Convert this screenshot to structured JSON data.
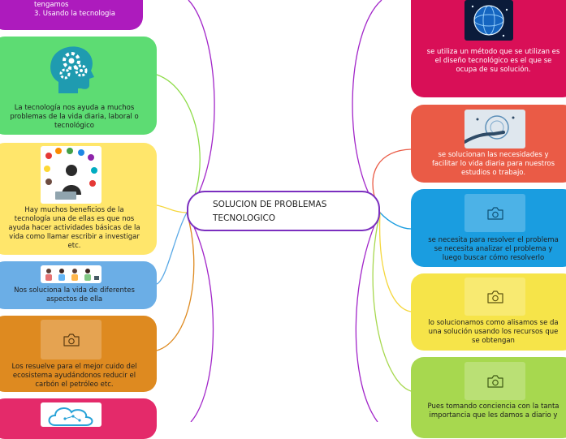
{
  "central_topic": {
    "line1": "SOLUCION DE PROBLEMAS",
    "line2": "TECNOLOGICO",
    "border_color": "#7b2fbf"
  },
  "left_nodes": [
    {
      "id": "purple-top",
      "color": "#ad1bbd",
      "lines": [
        "tengamos",
        "3.      Usando la tecnologia"
      ],
      "image": "none"
    },
    {
      "id": "green-head",
      "color": "#5ddc73",
      "lines": [
        "La tecnología nos ayuda a muchos",
        "problemas de la vida diaria, laboral o",
        "tecnológico"
      ],
      "image": "head-gears-icon"
    },
    {
      "id": "yellow-benefits",
      "color": "#ffe66b",
      "lines": [
        "Hay muchos beneficios de la",
        "tecnología una de ellas es que nos",
        "ayuda hacer actividades básicas de la",
        "vida como llamar escribir a investigar",
        "etc."
      ],
      "image": "person-with-tech-icons"
    },
    {
      "id": "blue-aspects",
      "color": "#6baee6",
      "lines": [
        "Nos soluciona la vida de diferentes",
        "aspectos de ella"
      ],
      "image": "people-with-devices"
    },
    {
      "id": "orange-ecosystem",
      "color": "#de8a20",
      "lines": [
        "Los resuelve para el mejor cuido del",
        "ecosistema ayudándonos reducir el",
        "carbón el petróleo etc."
      ],
      "image": "camera-placeholder-icon"
    },
    {
      "id": "pink-bottom",
      "color": "#e42a6a",
      "lines": [],
      "image": "cloud-network-icon"
    }
  ],
  "right_nodes": [
    {
      "id": "magenta-method",
      "color": "#d90f57",
      "lines": [
        "se utiliza un método que se utilizan es",
        "el diseño tecnológico es el que se",
        "ocupa de su solución."
      ],
      "image": "globe-network"
    },
    {
      "id": "red-needs",
      "color": "#ea5b46",
      "lines": [
        "se solucionan las necesidades y",
        "facilitar lo vida diaria para nuestros",
        "estudios                  o trabajo."
      ],
      "image": "tech-hand"
    },
    {
      "id": "blue-analyze",
      "color": "#1a9de0",
      "lines": [
        "se necesita para resolver el problema",
        "se necesita analizar el problema y",
        "luego buscar cómo resolverlo"
      ],
      "image": "camera-placeholder-icon"
    },
    {
      "id": "yellow-resources",
      "color": "#f6e449",
      "lines": [
        "lo solucionamos como alisamos se da",
        "una solución usando los recursos que",
        "se obtengan"
      ],
      "image": "camera-placeholder-icon"
    },
    {
      "id": "green-awareness",
      "color": "#a7d84f",
      "lines": [
        "Pues tomando conciencia con la tanta",
        "importancia que les damos a diario y"
      ],
      "image": "camera-placeholder-icon"
    }
  ],
  "connector_colors": {
    "purple": "#a226c9",
    "green": "#8fdc4a",
    "yellow": "#f5d73e",
    "blue": "#5aa9e6",
    "orange": "#de8a20",
    "pink": "#e42a6a",
    "magenta": "#d90f57",
    "red": "#ea5b46",
    "cyan": "#1a9de0",
    "lime": "#a7d84f"
  }
}
